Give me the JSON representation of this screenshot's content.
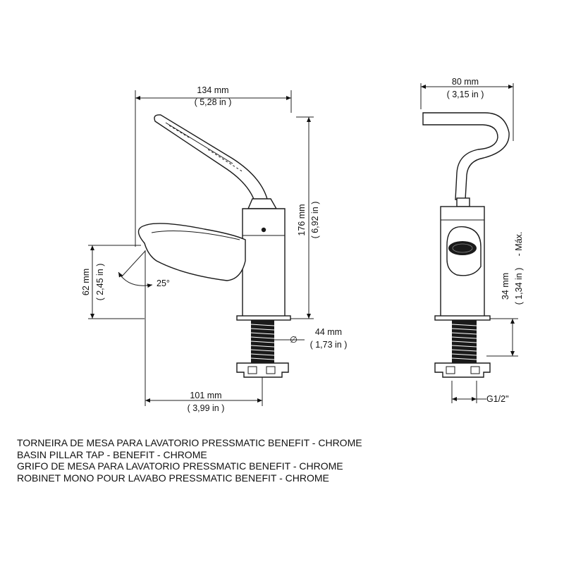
{
  "dimensions": {
    "width_top": {
      "mm": "134 mm",
      "in": "( 5,28 in )"
    },
    "height_total": {
      "mm": "176 mm",
      "in": "( 6,92 in )"
    },
    "spout_height": {
      "mm": "62 mm",
      "in": "( 2,45 in )"
    },
    "spout_angle": "25°",
    "thread_diameter_symbol": "∅",
    "thread_diameter": {
      "mm": "44 mm",
      "in": "( 1,73 in )"
    },
    "spout_reach": {
      "mm": "101 mm",
      "in": "( 3,99 in )"
    },
    "side_width": {
      "mm": "80 mm",
      "in": "( 3,15 in )"
    },
    "deck_thickness": {
      "mm": "34 mm",
      "in": "( 1,34 in )",
      "note": "- Máx."
    },
    "connection": "G1/2\""
  },
  "caption": {
    "lines": [
      "TORNEIRA DE MESA PARA LAVATORIO PRESSMATIC BENEFIT - CHROME",
      "BASIN PILLAR TAP - BENEFIT - CHROME",
      "GRIFO DE MESA PARA LAVATORIO PRESSMATIC BENEFIT - CHROME",
      "ROBINET MONO POUR LAVABO PRESSMATIC BENEFIT - CHROME"
    ]
  }
}
